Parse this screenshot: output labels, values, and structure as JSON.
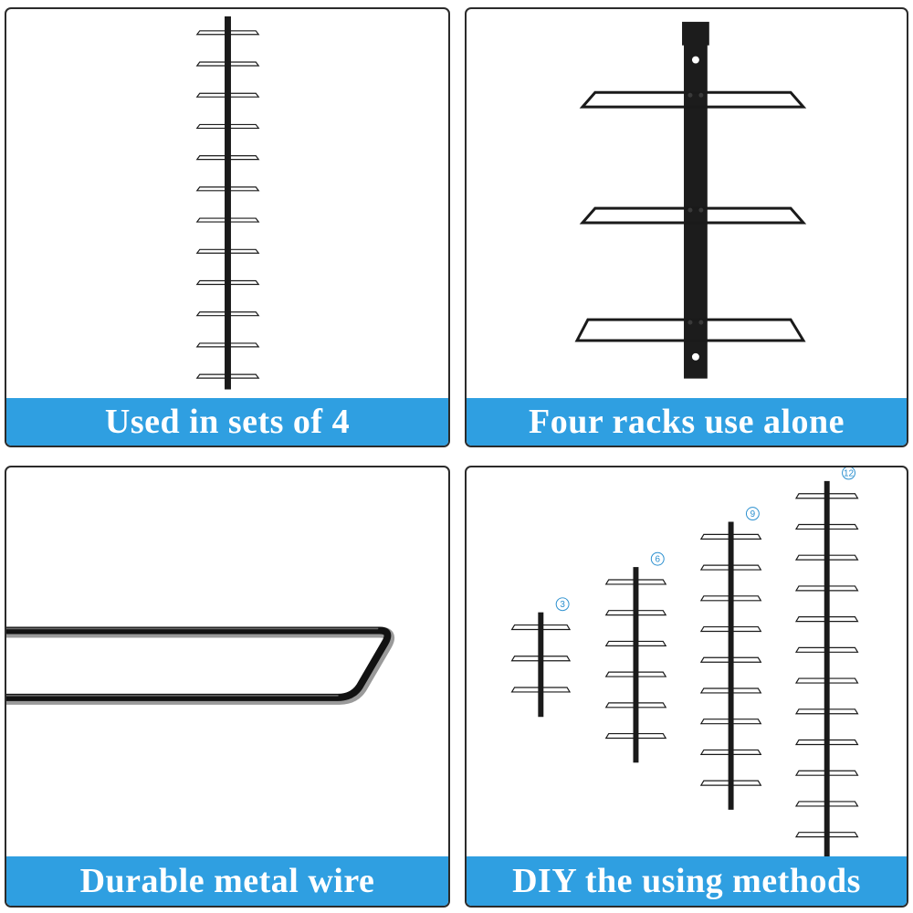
{
  "panels": [
    {
      "caption": "Used in sets of 4"
    },
    {
      "caption": "Four racks use alone"
    },
    {
      "caption": "Durable metal wire"
    },
    {
      "caption": "DIY the using methods"
    }
  ],
  "diy_variants": [
    {
      "badge": "3",
      "shelves": 3
    },
    {
      "badge": "6",
      "shelves": 6
    },
    {
      "badge": "9",
      "shelves": 9
    },
    {
      "badge": "12",
      "shelves": 12
    }
  ],
  "colors": {
    "caption_bg": "#2f9fe1",
    "caption_text": "#ffffff",
    "rack": "#1a1a1a",
    "badge": "#2a8fcf"
  }
}
